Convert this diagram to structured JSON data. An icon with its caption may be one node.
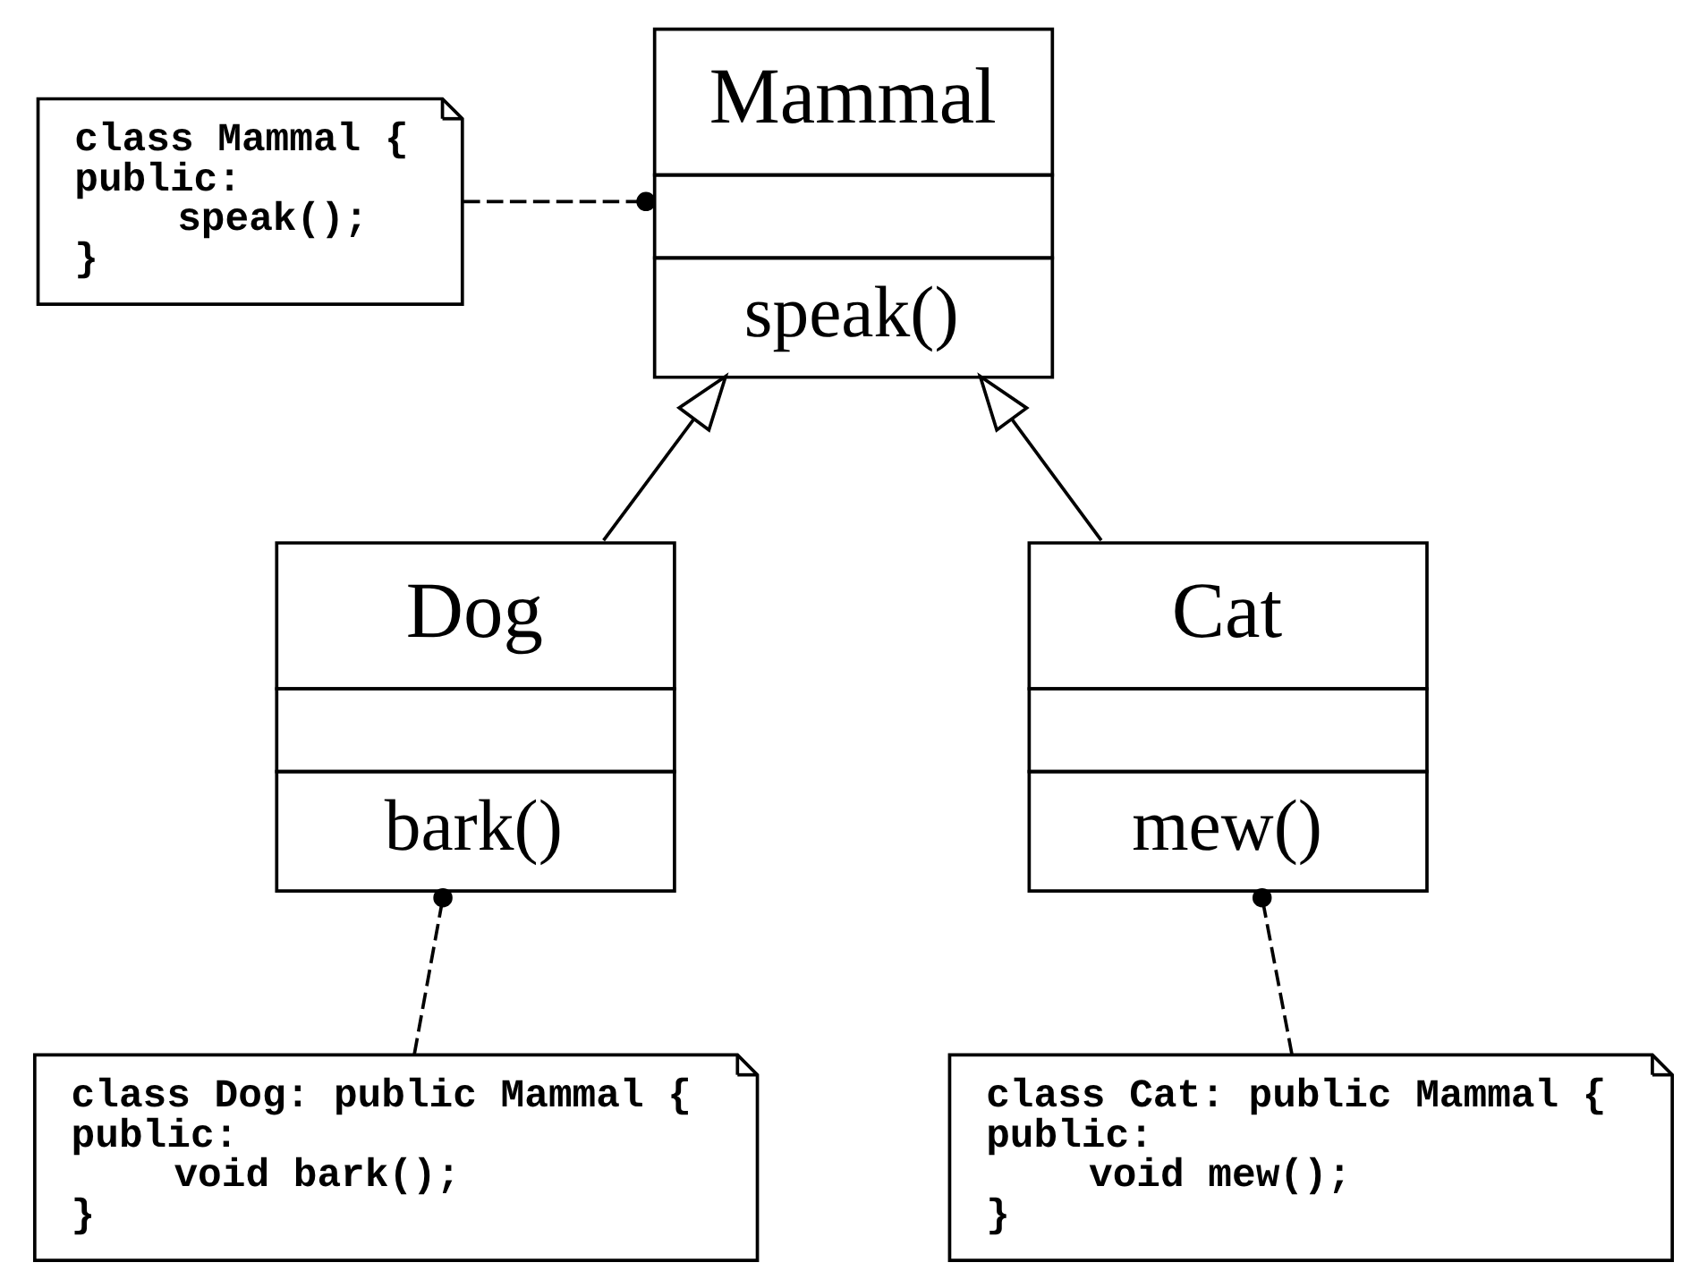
{
  "diagram": {
    "nodes": [
      {
        "text": [
          "Mammal",
          "speak()"
        ]
      },
      {
        "text": [
          "class Mammal {",
          "public:",
          "speak();",
          "}"
        ]
      },
      {
        "text": [
          "Dog",
          "bark()"
        ]
      },
      {
        "text": [
          "Cat",
          "mew()"
        ]
      },
      {
        "text": [
          "class Dog: public Mammal {",
          "public:",
          "void bark();",
          "}"
        ]
      },
      {
        "text": [
          "class Cat: public Mammal {",
          "public:",
          "void mew();",
          "}"
        ]
      }
    ],
    "edges": [
      {
        "from": 1,
        "to": 0,
        "arrow": "other",
        "style": "dashed"
      },
      {
        "from": 2,
        "to": 0,
        "arrow": "to"
      },
      {
        "from": 3,
        "to": 0,
        "arrow": "to"
      },
      {
        "from": 4,
        "to": 2,
        "arrow": "other",
        "style": "dashed"
      },
      {
        "from": 5,
        "to": 3,
        "arrow": "other",
        "style": "dashed"
      }
    ]
  }
}
